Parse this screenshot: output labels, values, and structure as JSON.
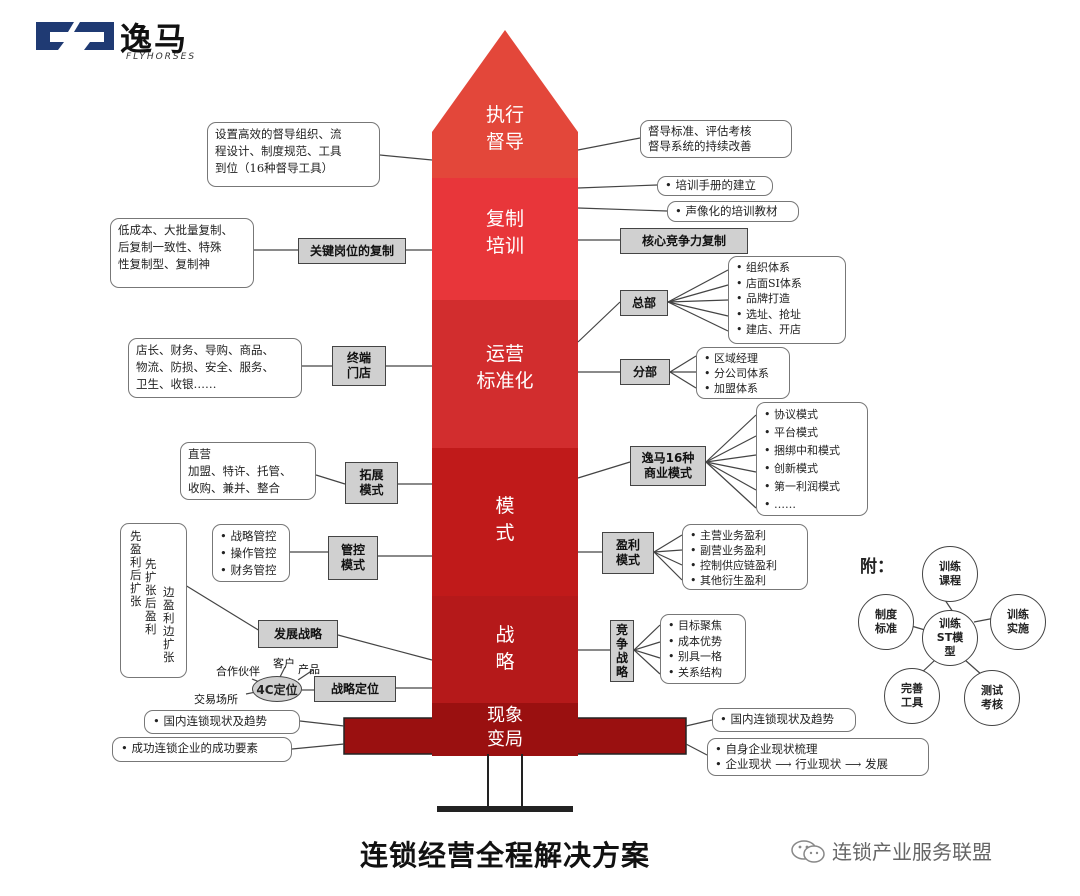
{
  "logo": {
    "cn": "逸马",
    "en": "FLYHORSES"
  },
  "segments": {
    "s1": "执行\n督导",
    "s2": "复制\n培训",
    "s3": "运营\n标准化",
    "s4": "模\n式",
    "s5": "战\n略",
    "base": "现象\n变局"
  },
  "left": {
    "b1": "设置高效的督导组织、流\n程设计、制度规范、工具\n到位（16种督导工具）",
    "b2": "低成本、大批量复制、\n后复制一致性、特殊\n性复制型、复制神",
    "tag_key_post": "关键岗位的复制",
    "b3": "店长、财务、导购、商品、\n物流、防损、安全、服务、\n卫生、收银……",
    "tag_terminal": "终端\n门店",
    "b4": "直营\n加盟、特许、托管、\n收购、兼并、整合",
    "tag_expand": "拓展\n模式",
    "b5": "• 战略管控\n• 操作管控\n• 财务管控",
    "tag_control": "管控\n模式",
    "v_col1": "先盈利后扩张",
    "v_col2": "先扩张后盈利",
    "v_col3": "边盈利边扩张",
    "tag_dev": "发展战略",
    "c4": "4C定位",
    "lbl_partner": "合作伙伴",
    "lbl_customer": "客户",
    "lbl_product": "产品",
    "lbl_venue": "交易场所",
    "tag_position": "战略定位",
    "b_domestic": "• 国内连锁现状及趋势",
    "b_success": "• 成功连锁企业的成功要素"
  },
  "right": {
    "r1": "督导标准、评估考核\n督导系统的持续改善",
    "r2a": "• 培训手册的建立",
    "r2b": "• 声像化的培训教材",
    "tag_core": "核心竞争力复制",
    "tag_hq": "总部",
    "r_hq": "• 组织体系\n• 店面SI体系\n• 品牌打造\n• 选址、抢址\n• 建店、开店",
    "tag_branch": "分部",
    "r_branch": "• 区域经理\n• 分公司体系\n• 加盟体系",
    "tag_models": "逸马16种\n商业模式",
    "r_models": "• 协议模式\n• 平台模式\n• 捆绑中和模式\n• 创新模式\n• 第一利润模式\n• ……",
    "tag_profit": "盈利\n模式",
    "r_profit": "• 主营业务盈利\n• 副营业务盈利\n• 控制供应链盈利\n• 其他衍生盈利",
    "tag_compete": "竞争战略",
    "r_compete": "• 目标聚焦\n• 成本优势\n• 别具一格\n• 关系结构",
    "r_domestic": "• 国内连锁现状及趋势",
    "r_self": "• 自身企业现状梳理\n• 企业现状 ⟶ 行业现状 ⟶ 发展"
  },
  "appendix": {
    "title": "附：",
    "center": "训练\nST模\n型",
    "n_top": "训练\n课程",
    "n_right": "训练\n实施",
    "n_bottomright": "测试\n考核",
    "n_bottomleft": "完善\n工具",
    "n_left": "制度\n标准"
  },
  "footer": {
    "title": "连锁经营全程解决方案",
    "watermark": "连锁产业服务联盟"
  },
  "colors": {
    "s1": "#e3473a",
    "s2": "#e8363a",
    "s3": "#d22d2e",
    "s4": "#c01a1a",
    "s5": "#b5191a",
    "base": "#9a1010"
  }
}
